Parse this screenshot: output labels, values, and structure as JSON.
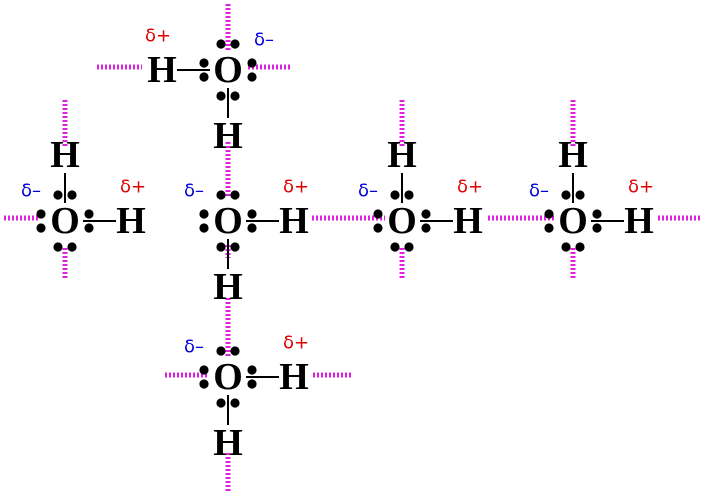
{
  "colors": {
    "background": "#ffffff",
    "atom": "#000000",
    "delta_plus": "#e00000",
    "delta_minus": "#0000dd",
    "hydrogen_bond": "#e020e0"
  },
  "labels": {
    "oxygen": "O",
    "hydrogen": "H",
    "delta_plus": "δ+",
    "delta_minus": "δ–"
  },
  "molecules": [
    {
      "id": "water-top",
      "h_directions": [
        "left",
        "down"
      ],
      "dipole_plus_side": "left",
      "dipole_minus_side": "right"
    },
    {
      "id": "water-left",
      "h_directions": [
        "up",
        "right"
      ],
      "dipole_plus_side": "right",
      "dipole_minus_side": "left"
    },
    {
      "id": "water-center",
      "h_directions": [
        "right",
        "down"
      ],
      "dipole_plus_side": "right",
      "dipole_minus_side": "left"
    },
    {
      "id": "water-right",
      "h_directions": [
        "up",
        "right"
      ],
      "dipole_plus_side": "right",
      "dipole_minus_side": "left"
    },
    {
      "id": "water-far-right",
      "h_directions": [
        "up",
        "right"
      ],
      "dipole_plus_side": "right",
      "dipole_minus_side": "left"
    },
    {
      "id": "water-bottom",
      "h_directions": [
        "right",
        "down"
      ],
      "dipole_plus_side": "right",
      "dipole_minus_side": "left"
    }
  ]
}
